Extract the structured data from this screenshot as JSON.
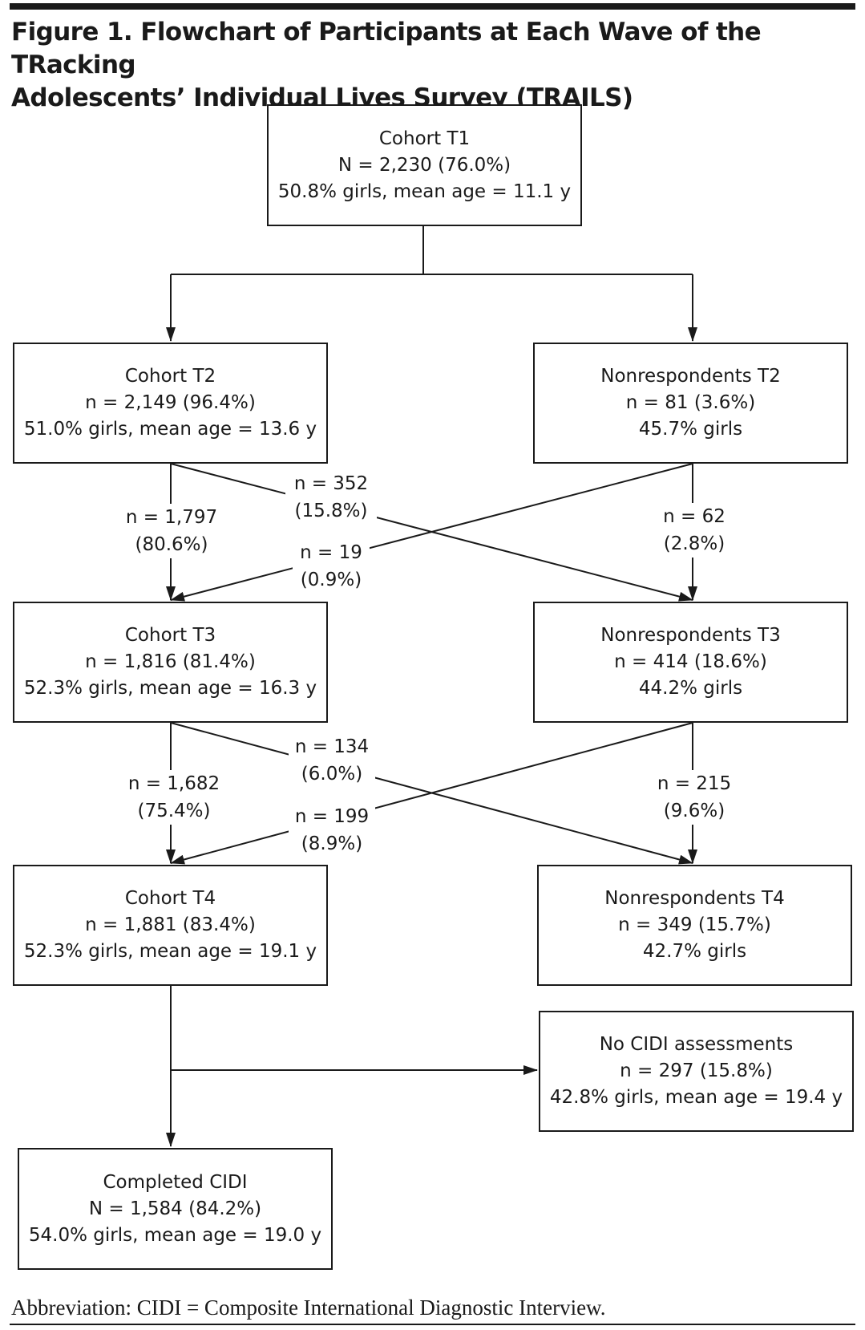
{
  "figure": {
    "title_line1": "Figure 1. Flowchart of Participants at Each Wave of the TRacking",
    "title_line2": "Adolescents’ Individual Lives Survey (TRAILS)",
    "footnote": "Abbreviation: CIDI = Composite International Diagnostic Interview."
  },
  "boxes": {
    "cohort_t1": {
      "line1": "Cohort T1",
      "line2": "N = 2,230 (76.0%)",
      "line3": "50.8% girls, mean age = 11.1 y"
    },
    "cohort_t2": {
      "line1": "Cohort T2",
      "line2": "n = 2,149 (96.4%)",
      "line3": "51.0% girls, mean age = 13.6 y"
    },
    "nonresp_t2": {
      "line1": "Nonrespondents T2",
      "line2": "n = 81 (3.6%)",
      "line3": "45.7% girls"
    },
    "cohort_t3": {
      "line1": "Cohort T3",
      "line2": "n = 1,816 (81.4%)",
      "line3": "52.3% girls, mean age = 16.3 y"
    },
    "nonresp_t3": {
      "line1": "Nonrespondents T3",
      "line2": "n = 414 (18.6%)",
      "line3": "44.2% girls"
    },
    "cohort_t4": {
      "line1": "Cohort T4",
      "line2": "n = 1,881 (83.4%)",
      "line3": "52.3% girls, mean age = 19.1 y"
    },
    "nonresp_t4": {
      "line1": "Nonrespondents T4",
      "line2": "n = 349 (15.7%)",
      "line3": "42.7% girls"
    },
    "no_cidi": {
      "line1": "No CIDI assessments",
      "line2": "n = 297 (15.8%)",
      "line3": "42.8% girls, mean age = 19.4 y"
    },
    "completed_cidi": {
      "line1": "Completed CIDI",
      "line2": "N = 1,584 (84.2%)",
      "line3": "54.0% girls, mean age = 19.0 y"
    }
  },
  "flows": {
    "t2_to_t3_cohort": {
      "n": "n = 1,797",
      "pct": "(80.6%)"
    },
    "t2_to_t3_nonresp": {
      "n": "n = 352",
      "pct": "(15.8%)"
    },
    "t2nr_to_t3_cohort": {
      "n": "n = 19",
      "pct": "(0.9%)"
    },
    "t2nr_to_t3_nonresp": {
      "n": "n = 62",
      "pct": "(2.8%)"
    },
    "t3_to_t4_cohort": {
      "n": "n = 1,682",
      "pct": "(75.4%)"
    },
    "t3_to_t4_nonresp": {
      "n": "n = 134",
      "pct": "(6.0%)"
    },
    "t3nr_to_t4_cohort": {
      "n": "n = 199",
      "pct": "(8.9%)"
    },
    "t3nr_to_t4_nonresp": {
      "n": "n = 215",
      "pct": "(9.6%)"
    }
  }
}
